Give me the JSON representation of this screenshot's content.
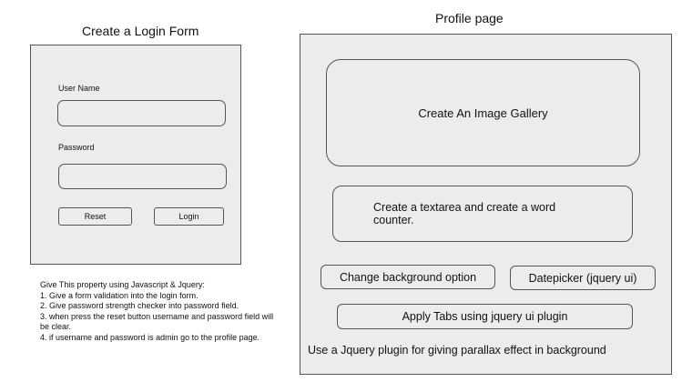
{
  "login": {
    "title": "Create a Login Form",
    "username_label": "User Name",
    "username_value": "",
    "password_label": "Password",
    "password_value": "",
    "reset_label": "Reset",
    "login_label": "Login"
  },
  "notes": {
    "heading": "Give This property using Javascript & Jquery:",
    "items": [
      "1. Give a form validation into the login form.",
      "2. Give password strength checker into password field.",
      "3. when press the reset button username and password field will be clear.",
      "4. if username and password is admin go to the profile page."
    ]
  },
  "profile": {
    "title": "Profile page",
    "gallery": "Create An Image Gallery",
    "textarea_line1": "Create a textarea and create a word",
    "textarea_line2": "counter.",
    "background_option": "Change background option",
    "datepicker": "Datepicker (jquery ui)",
    "tabs": "Apply Tabs using jquery ui plugin",
    "parallax": "Use a Jquery plugin for giving parallax effect in background"
  }
}
